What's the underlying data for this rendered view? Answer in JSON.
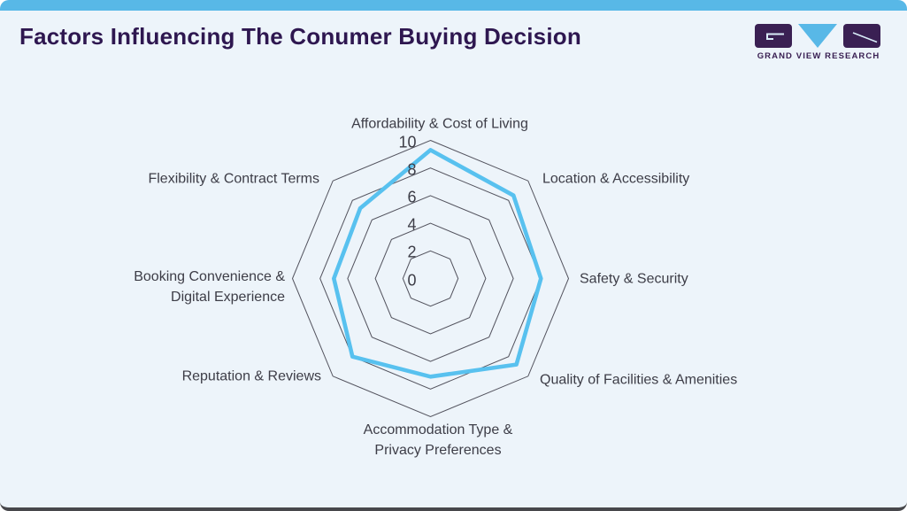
{
  "header": {
    "title": "Factors Influencing The Conumer Buying Decision",
    "logo": {
      "text": "GRAND VIEW RESEARCH"
    }
  },
  "chart_data": {
    "type": "radar",
    "title": "Factors Influencing The Conumer Buying Decision",
    "categories": [
      "Affordability & Cost of Living",
      "Location & Accessibility",
      "Safety & Security",
      "Quality of Facilities & Amenities",
      "Accommodation Type & Privacy Preferences",
      "Reputation & Reviews",
      "Booking Convenience & Digital Experience",
      "Flexibility & Contract Terms"
    ],
    "values": [
      9.3,
      8.5,
      8.0,
      8.8,
      7.1,
      8.0,
      7.0,
      7.2
    ],
    "ticks": [
      0,
      2,
      4,
      6,
      8,
      10
    ],
    "axis_range": [
      0,
      10
    ],
    "grid": "concentric octagonal rings, no radial spokes",
    "legend": "none",
    "line_color": "#58c1ef",
    "grid_color": "#53535e",
    "label_color": "#3d3d47"
  },
  "colors": {
    "top_bar_blue": "#58b8e7",
    "card_bg": "#edf4fa",
    "title_purple": "#2e1750",
    "logo_purple": "#3a2053",
    "logo_blue": "#58b8e7",
    "logo_glyph_light": "#d9ecf8",
    "bottom_edge_gray": "#47474b",
    "chart_label": "#3d3d47"
  }
}
